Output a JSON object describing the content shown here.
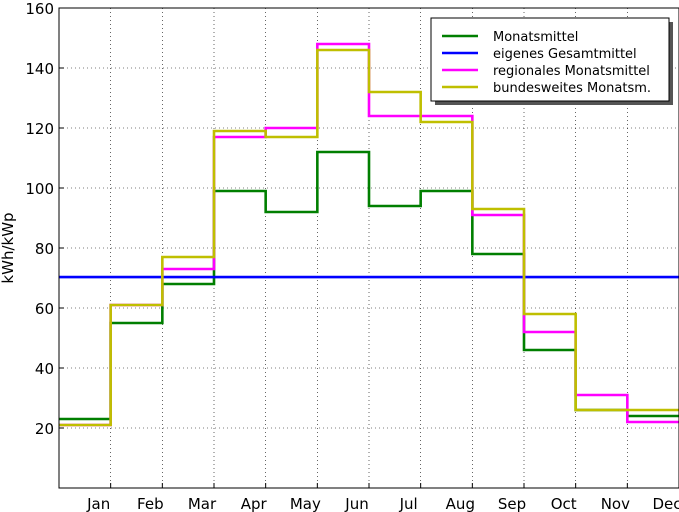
{
  "chart_data": {
    "type": "line",
    "step": "post",
    "ylabel": "kWh/kWp",
    "xlabel": "",
    "title": "",
    "ylim": [
      0,
      160
    ],
    "yticks": [
      20,
      40,
      60,
      80,
      100,
      120,
      140,
      160
    ],
    "categories": [
      "Jan",
      "Feb",
      "Mar",
      "Apr",
      "May",
      "Jun",
      "Jul",
      "Aug",
      "Sep",
      "Oct",
      "Nov",
      "Dec"
    ],
    "grid": true,
    "legend_position": "top-right",
    "series": [
      {
        "name": "Monatsmittel",
        "color": "#007f00",
        "values": [
          23,
          55,
          68,
          99,
          92,
          112,
          94,
          99,
          78,
          46,
          26,
          24
        ]
      },
      {
        "name": "eigenes Gesamtmittel",
        "color": "#0000ff",
        "values": [
          70.3,
          70.3,
          70.3,
          70.3,
          70.3,
          70.3,
          70.3,
          70.3,
          70.3,
          70.3,
          70.3,
          70.3
        ]
      },
      {
        "name": "regionales Monatsmittel",
        "color": "#ff00ff",
        "values": [
          21,
          61,
          73,
          117,
          120,
          148,
          124,
          124,
          91,
          52,
          31,
          22
        ]
      },
      {
        "name": "bundesweites Monatsm.",
        "color": "#bfbf00",
        "values": [
          21,
          61,
          77,
          119,
          117,
          146,
          132,
          122,
          93,
          58,
          26,
          26
        ]
      }
    ]
  }
}
